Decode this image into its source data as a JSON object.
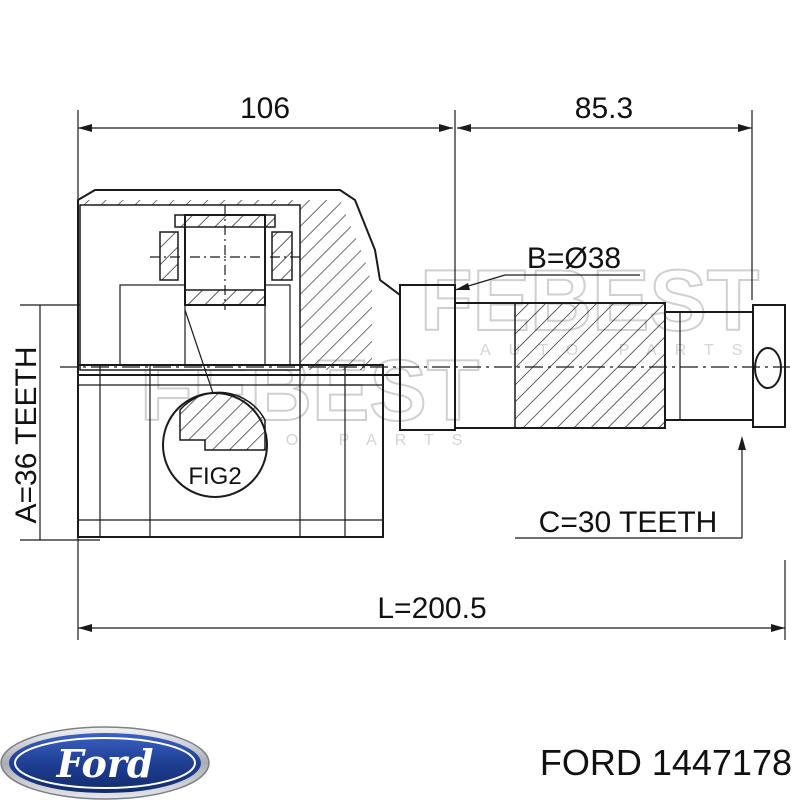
{
  "dimensions": {
    "housing_length": "106",
    "stub_length": "85.3",
    "diameter": "B=Ø38",
    "outer_teeth": "A=36 TEETH",
    "inner_teeth": "C=30 TEETH",
    "total_length": "L=200.5"
  },
  "figure_label": "FIG2",
  "watermark": {
    "brand": "FEBEST",
    "tagline": "AUTO PARTS"
  },
  "logo": {
    "brand": "Ford",
    "colors": {
      "outer": "#c9ccd1",
      "inner": "#1f3f94",
      "text": "#ffffff"
    }
  },
  "part": {
    "brand": "FORD",
    "number": "1447178"
  }
}
